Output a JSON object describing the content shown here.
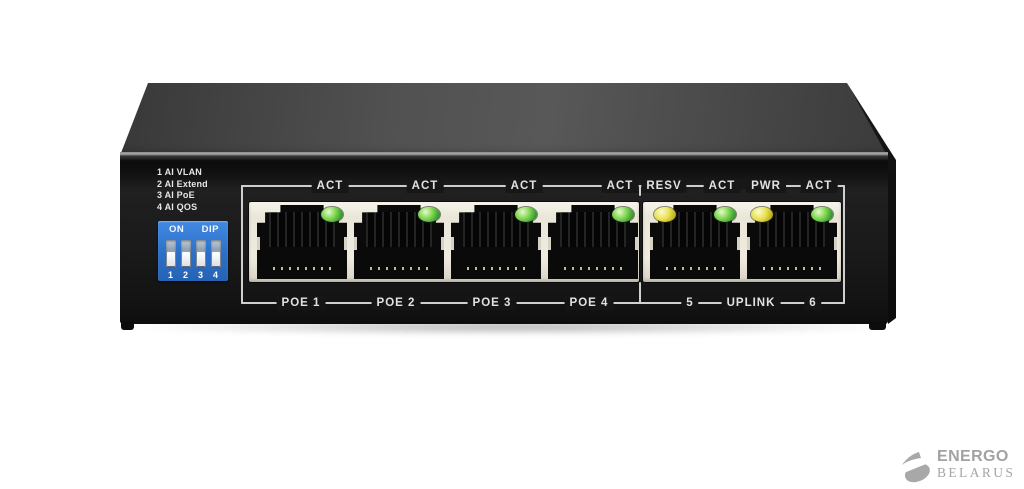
{
  "device": {
    "dip_legend": {
      "lines": [
        "1 AI VLAN",
        "2 AI Extend",
        "3 AI PoE",
        "4 AI QOS"
      ]
    },
    "dip_switch": {
      "on_label": "ON",
      "dip_label": "DIP",
      "numbers": [
        "1",
        "2",
        "3",
        "4"
      ],
      "body_color": "#2e7bd6",
      "switch_state": "all-down"
    },
    "markings": {
      "color": "#cfcfcf",
      "top": {
        "act1": "ACT",
        "act2": "ACT",
        "act3": "ACT",
        "act4": "ACT",
        "resv": "RESV",
        "act5": "ACT",
        "pwr": "PWR",
        "act6": "ACT"
      },
      "bottom": {
        "poe1": "POE 1",
        "poe2": "POE 2",
        "poe3": "POE 3",
        "poe4": "POE 4",
        "num5": "5",
        "uplink": "UPLINK",
        "num6": "6"
      }
    },
    "leds": {
      "green": "#46a93c",
      "yellow": "#d6cf2e"
    }
  },
  "watermark": {
    "line1": "ENERGO",
    "line2": "BELARUS",
    "color": "#a2a2a2"
  }
}
